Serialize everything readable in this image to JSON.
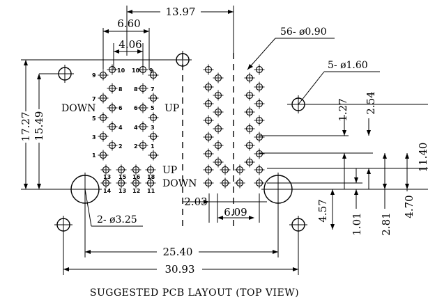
{
  "caption": "SUGGESTED PCB LAYOUT (TOP VIEW)",
  "dims": {
    "d1397": "13.97",
    "d660": "6.60",
    "d406": "4.06",
    "d1727": "17.27",
    "d1549": "15.49",
    "d2540": "25.40",
    "d3093": "30.93",
    "d203": "2.03",
    "d609": "6.09",
    "d127": "1.27",
    "d254": "2.54",
    "d457": "4.57",
    "d101": "1.01",
    "d281": "2.81",
    "d470": "4.70",
    "d1140": "11.40"
  },
  "callouts": {
    "holes56": "56- ø0.90",
    "holes5": "5- ø1.60",
    "holes2": "2- ø3.25"
  },
  "labels": {
    "down_left": "DOWN",
    "up_left": "UP",
    "up_bottom": "UP",
    "down_bottom": "DOWN"
  },
  "pins_left": {
    "left_col": [
      "9",
      "7",
      "5",
      "3",
      "1"
    ],
    "right_col": [
      "10",
      "8",
      "6",
      "4",
      "2"
    ]
  },
  "pins_right": {
    "left_col": [
      "10",
      "8",
      "6",
      "4",
      "2"
    ],
    "right_col": [
      "9",
      "7",
      "5",
      "3",
      "1"
    ]
  },
  "pins_bottom": {
    "top": [
      "13",
      "15",
      "16",
      "18"
    ],
    "bottom": [
      "14",
      "13",
      "12",
      "11"
    ]
  }
}
